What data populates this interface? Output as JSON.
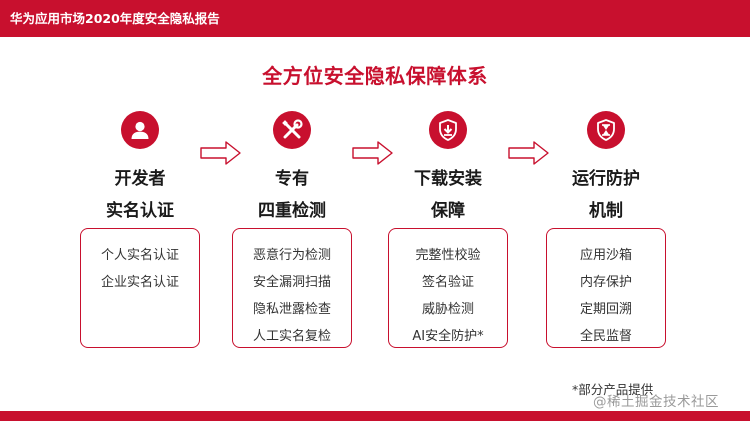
{
  "header": {
    "title": "华为应用市场2020年度安全隐私报告"
  },
  "main_title": "全方位安全隐私保障体系",
  "columns": [
    {
      "icon": "user-icon",
      "title_line1": "开发者",
      "title_line2": "实名认证",
      "items": [
        "个人实名认证",
        "企业实名认证"
      ]
    },
    {
      "icon": "tools-icon",
      "title_line1": "专有",
      "title_line2": "四重检测",
      "items": [
        "恶意行为检测",
        "安全漏洞扫描",
        "隐私泄露检查",
        "人工实名复检"
      ]
    },
    {
      "icon": "shield-download-icon",
      "title_line1": "下载安装",
      "title_line2": "保障",
      "items": [
        "完整性校验",
        "签名验证",
        "威胁检测",
        "AI安全防护*"
      ]
    },
    {
      "icon": "shield-hourglass-icon",
      "title_line1": "运行防护",
      "title_line2": "机制",
      "items": [
        "应用沙箱",
        "内存保护",
        "定期回溯",
        "全民监督"
      ]
    }
  ],
  "footnote": "*部分产品提供",
  "watermark": "@稀土掘金技术社区",
  "colors": {
    "accent": "#c8102e",
    "text": "#222222",
    "background": "#ffffff"
  }
}
